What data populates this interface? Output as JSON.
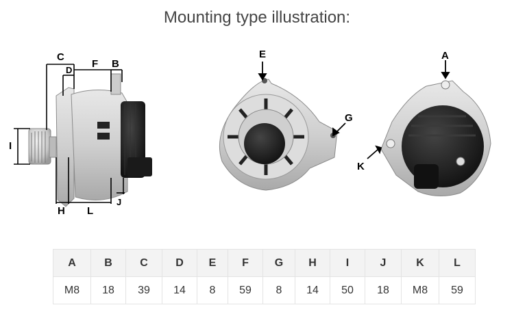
{
  "title": "Mounting type illustration:",
  "diagram_labels": {
    "side": [
      "C",
      "F",
      "D",
      "B",
      "I",
      "H",
      "L",
      "J"
    ],
    "front": [
      "E",
      "G"
    ],
    "rear": [
      "A",
      "K"
    ]
  },
  "table": {
    "headers": [
      "A",
      "B",
      "C",
      "D",
      "E",
      "F",
      "G",
      "H",
      "I",
      "J",
      "K",
      "L"
    ],
    "values": [
      "M8",
      "18",
      "39",
      "14",
      "8",
      "59",
      "8",
      "14",
      "50",
      "18",
      "M8",
      "59"
    ]
  }
}
